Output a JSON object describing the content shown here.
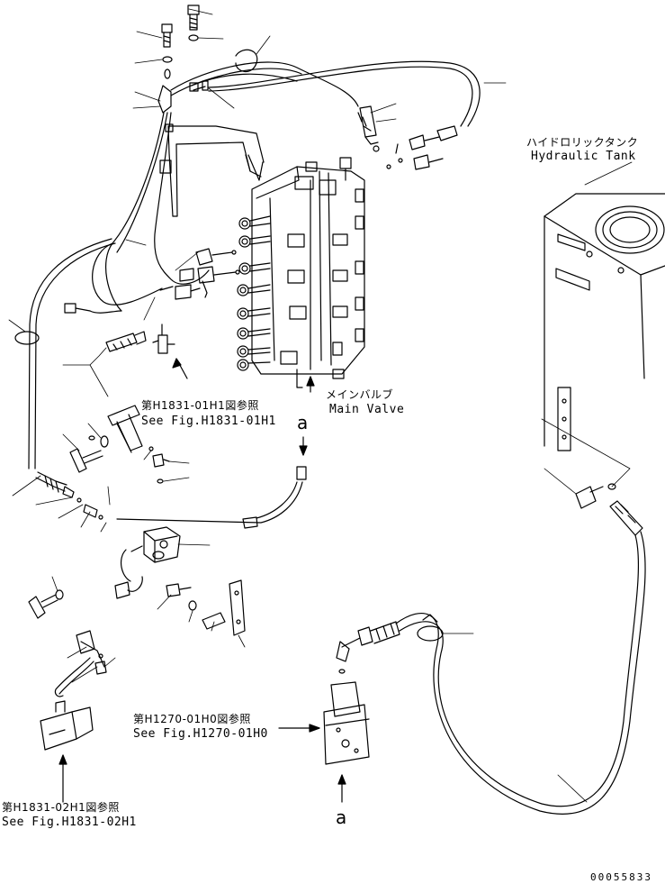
{
  "labels": {
    "hydraulic_tank_jp": "ハイドロリックタンク",
    "hydraulic_tank_en": "Hydraulic Tank",
    "main_valve_jp": "メインバルブ",
    "main_valve_en": "Main Valve",
    "ref_h1831_01_jp": "第H1831-01H1図参照",
    "ref_h1831_01_en": "See Fig.H1831-01H1",
    "ref_h1270_01_jp": "第H1270-01H0図参照",
    "ref_h1270_01_en": "See Fig.H1270-01H0",
    "ref_h1831_02_jp": "第H1831-02H1図参照",
    "ref_h1831_02_en": "See Fig.H1831-02H1",
    "connector_a_top": "a",
    "connector_a_bottom": "a",
    "drawing_code": "00055833"
  }
}
